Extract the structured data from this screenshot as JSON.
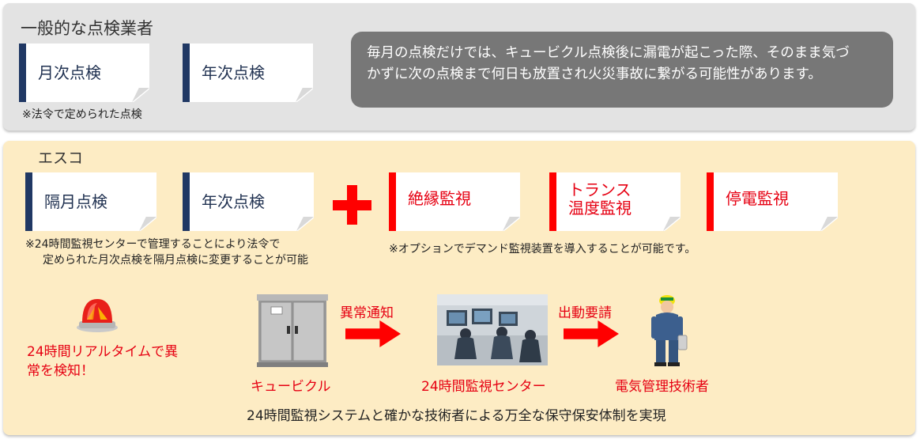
{
  "general": {
    "heading": "一般的な点検業者",
    "cards": [
      "月次点検",
      "年次点検"
    ],
    "note": "※法令で定められた点検",
    "callout_line1": "毎月の点検だけでは、キュービクル点検後に漏電が起こった際、そのまま気づ",
    "callout_line2": "かずに次の点検まで何日も放置され火災事故に繋がる可能性があります。"
  },
  "esco": {
    "heading": "エスコ",
    "inspection_cards": [
      "隔月点検",
      "年次点検"
    ],
    "option_cards": [
      {
        "line1": "絶縁監視",
        "line2": ""
      },
      {
        "line1": "トランス",
        "line2": "温度監視"
      },
      {
        "line1": "停電監視",
        "line2": ""
      }
    ],
    "note_left_line1": "※24時間監視センターで管理することにより法令で",
    "note_left_line2": "定められた月次点検を隔月点検に変更することが可能",
    "note_right": "※オプションでデマンド監視装置を導入することが可能です。",
    "alarm_text_line1": "24時間リアルタイムで異",
    "alarm_text_line2": "常を検知！",
    "flow": {
      "nodes": [
        "キュービクル",
        "24時間監視センター",
        "電気管理技術者"
      ],
      "arrows": [
        "異常通知",
        "出動要請"
      ]
    },
    "tagline": "24時間監視システムと確かな技術者による万全な保守保安体制を実現"
  },
  "colors": {
    "accent_red": "#ff0000",
    "text_red": "#e60012",
    "navy_bar": "#203864",
    "general_panel": "#e3e3e3",
    "esco_panel": "#fdecc4",
    "callout_bg": "#777777"
  },
  "icons": [
    "alarm-light-icon",
    "cubicle-cabinet-icon",
    "monitoring-center-icon",
    "technician-icon"
  ]
}
